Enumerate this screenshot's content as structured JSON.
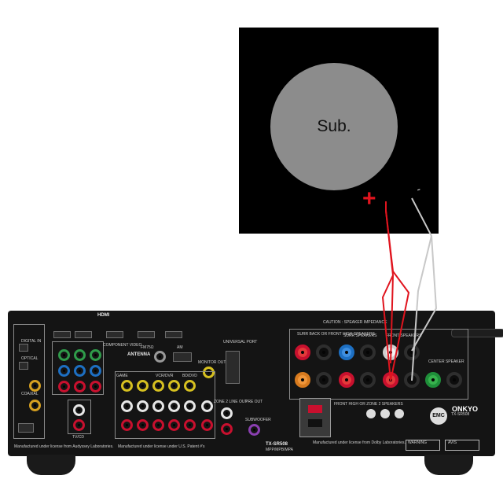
{
  "subwoofer": {
    "label": "Sub.",
    "plus_sign": "+",
    "minus_sign": "-"
  },
  "receiver": {
    "brand": "ONKYO",
    "model": "TX-SR508",
    "model_variants": "MPP/MPB/MPA",
    "sections": {
      "hdmi": "HDMI",
      "component_video": "COMPONENT VIDEO",
      "antenna": "ANTENNA",
      "fm": "FM75Ω",
      "am": "AM",
      "monitor_out": "MONITOR OUT",
      "universal_port": "UNIVERSAL PORT",
      "zone2_line_out": "ZONE 2 LINE OUT",
      "pre_out": "PRE OUT",
      "subwoofer": "SUBWOOFER",
      "caution": "CAUTION : SPEAKER IMPEDANCE",
      "surr_back": "SURR BACK OR FRONT HIGH SPEAKERS",
      "surr_speakers": "SURR SPEAKERS",
      "front_speakers": "FRONT SPEAKERS",
      "center_speaker": "CENTER SPEAKER",
      "front_high": "FRONT HIGH OR ZONE 2 SPEAKERS",
      "digital_in": "DIGITAL IN",
      "optical": "OPTICAL",
      "coaxial": "COAXIAL",
      "game": "GAME",
      "vcr_dvr": "VCR/DVR",
      "bd_dvd": "BD/DVD",
      "tv_cd": "TV/CD",
      "warning": "WARNING",
      "avis": "AVIS",
      "emc": "EMC"
    },
    "license_text_left": "Manufactured under license from Audyssey Laboratories.",
    "license_text_mid": "Manufactured under license under U.S. Patent #'s",
    "license_text_right": "Manufactured under license from Dolby Laboratories."
  },
  "wires": {
    "positive_color": "#e0141e",
    "negative_color": "#c8c8c8"
  }
}
